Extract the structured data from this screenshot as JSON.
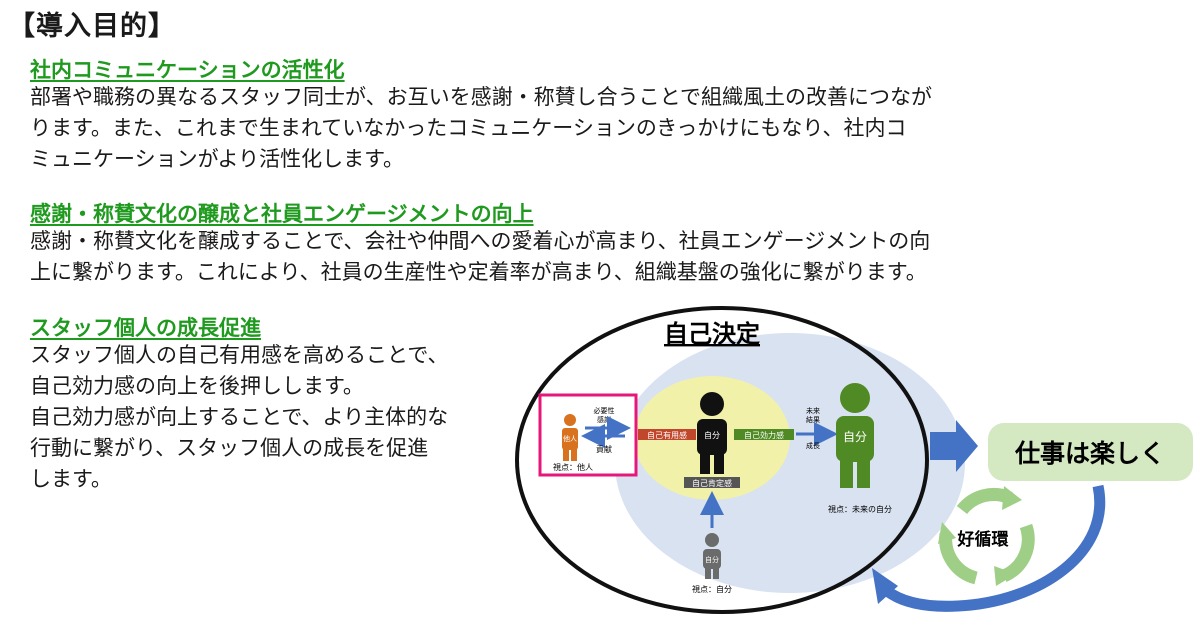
{
  "title": "【導入目的】",
  "sections": [
    {
      "heading": "社内コミュニケーションの活性化",
      "lines": [
        "部署や職務の異なるスタッフ同士が、お互いを感謝・称賛し合うことで組織風土の改善につなが",
        "ります。また、これまで生まれていなかったコミュニケーションのきっかけにもなり、社内コ",
        "ミュニケーションがより活性化します。"
      ]
    },
    {
      "heading": "感謝・称賛文化の醸成と社員エンゲージメントの向上",
      "lines": [
        "感謝・称賛文化を醸成することで、会社や仲間への愛着心が高まり、社員エンゲージメントの向",
        "上に繋がります。これにより、社員の生産性や定着率が高まり、組織基盤の強化に繋がります。"
      ]
    },
    {
      "heading": "スタッフ個人の成長促進",
      "lines": [
        "スタッフ個人の自己有用感を高めることで、",
        "自己効力感の向上を後押しします。",
        "自己効力感が向上することで、より主体的な",
        "行動に繋がり、スタッフ個人の成長を促進",
        "します。"
      ]
    }
  ],
  "diagram": {
    "title": "自己決定",
    "other_person": "他人",
    "other_viewpoint": "視点：他人",
    "arrow_top_1": "必要性",
    "arrow_top_2": "感謝",
    "arrow_bottom": "貢献",
    "self_usefulness": "自己有用感",
    "self": "自分",
    "self_efficacy": "自己効力感",
    "self_affirmation": "自己肯定感",
    "self_small": "自分",
    "self_viewpoint": "視点：自分",
    "future_1": "未来",
    "future_2": "結果",
    "growth": "成長",
    "future_self": "自分",
    "future_viewpoint": "視点：未来の自分",
    "work_fun": "仕事は楽しく",
    "virtuous_cycle": "好循環"
  },
  "colors": {
    "heading_green": "#1f9a1f",
    "orange_person": "#d8721e",
    "dark_person": "#111111",
    "green_person": "#4f8a24",
    "pink_frame": "#e6177a",
    "blue_arrow": "#4472c4",
    "cycle_green": "#9fcf86",
    "pill_green": "#d4e8c2",
    "light_blue": "#d9e2f1",
    "light_yellow": "#f4f3a2"
  }
}
